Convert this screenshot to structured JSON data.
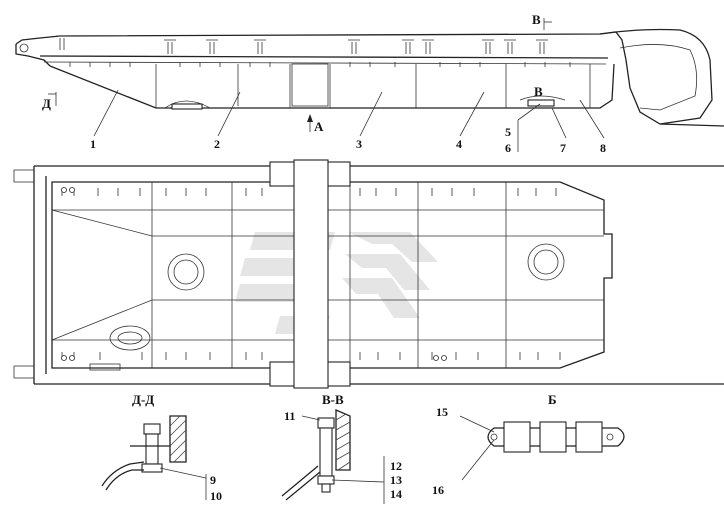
{
  "top_view": {
    "callouts": [
      {
        "id": "1",
        "text": "1"
      },
      {
        "id": "2",
        "text": "2"
      },
      {
        "id": "3",
        "text": "3"
      },
      {
        "id": "4",
        "text": "4"
      },
      {
        "id": "5",
        "text": "5"
      },
      {
        "id": "6",
        "text": "6"
      },
      {
        "id": "7",
        "text": "7"
      },
      {
        "id": "8",
        "text": "8"
      }
    ],
    "marks": {
      "arrow_a": "А",
      "section_d": "Д",
      "section_v_top": "В",
      "section_v_bottom": "В"
    }
  },
  "sections": {
    "dd": {
      "title": "Д-Д",
      "callouts": [
        "9",
        "10"
      ]
    },
    "vv": {
      "title": "В-В",
      "callouts": [
        "11",
        "12",
        "13",
        "14"
      ]
    },
    "b": {
      "title": "Б",
      "callouts": [
        "15",
        "16"
      ]
    }
  },
  "watermark": {
    "color": "#d9d9d9"
  }
}
